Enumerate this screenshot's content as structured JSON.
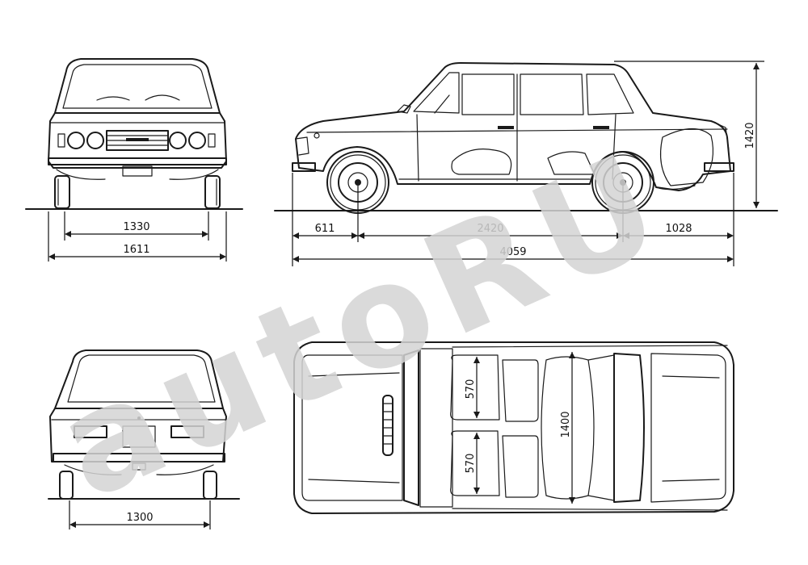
{
  "watermark": "autoRU",
  "dimensions": {
    "front_track": "1330",
    "overall_width": "1611",
    "front_overhang": "611",
    "wheelbase": "2420",
    "rear_overhang": "1028",
    "overall_length": "4059",
    "height": "1420",
    "rear_track": "1300",
    "front_seat_depth": "570",
    "rear_seat_depth": "570",
    "interior_width": "1400"
  }
}
